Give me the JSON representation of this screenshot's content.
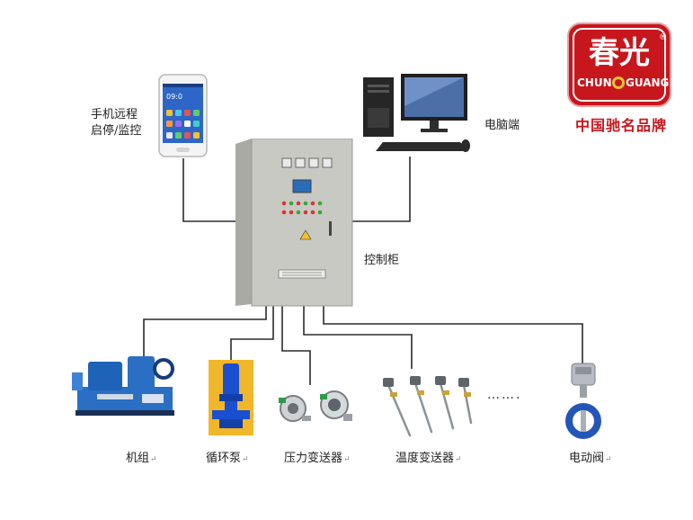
{
  "labels": {
    "phone_line1": "手机远程",
    "phone_line2": "启停/监控",
    "computer": "电脑端",
    "cabinet": "控制柜",
    "chiller": "机组",
    "pump": "循环泵",
    "pressure": "压力变送器",
    "temperature": "温度变送器",
    "valve": "电动阀",
    "ellipsis": "……."
  },
  "brand": {
    "name_cn": "春光",
    "line1": "CHUN",
    "line2": "GUANG",
    "slogan": "中国驰名品牌",
    "registered": "®"
  },
  "phone": {
    "clock": "09:0"
  },
  "return_mark": "↵",
  "colors": {
    "brand_red": "#c8161d",
    "cabinet": "#c9c9c4",
    "chiller_blue": "#1f63b8",
    "pump_blue": "#1a4fd0",
    "pump_orange": "#e8a317",
    "line": "#2b2b2b"
  }
}
